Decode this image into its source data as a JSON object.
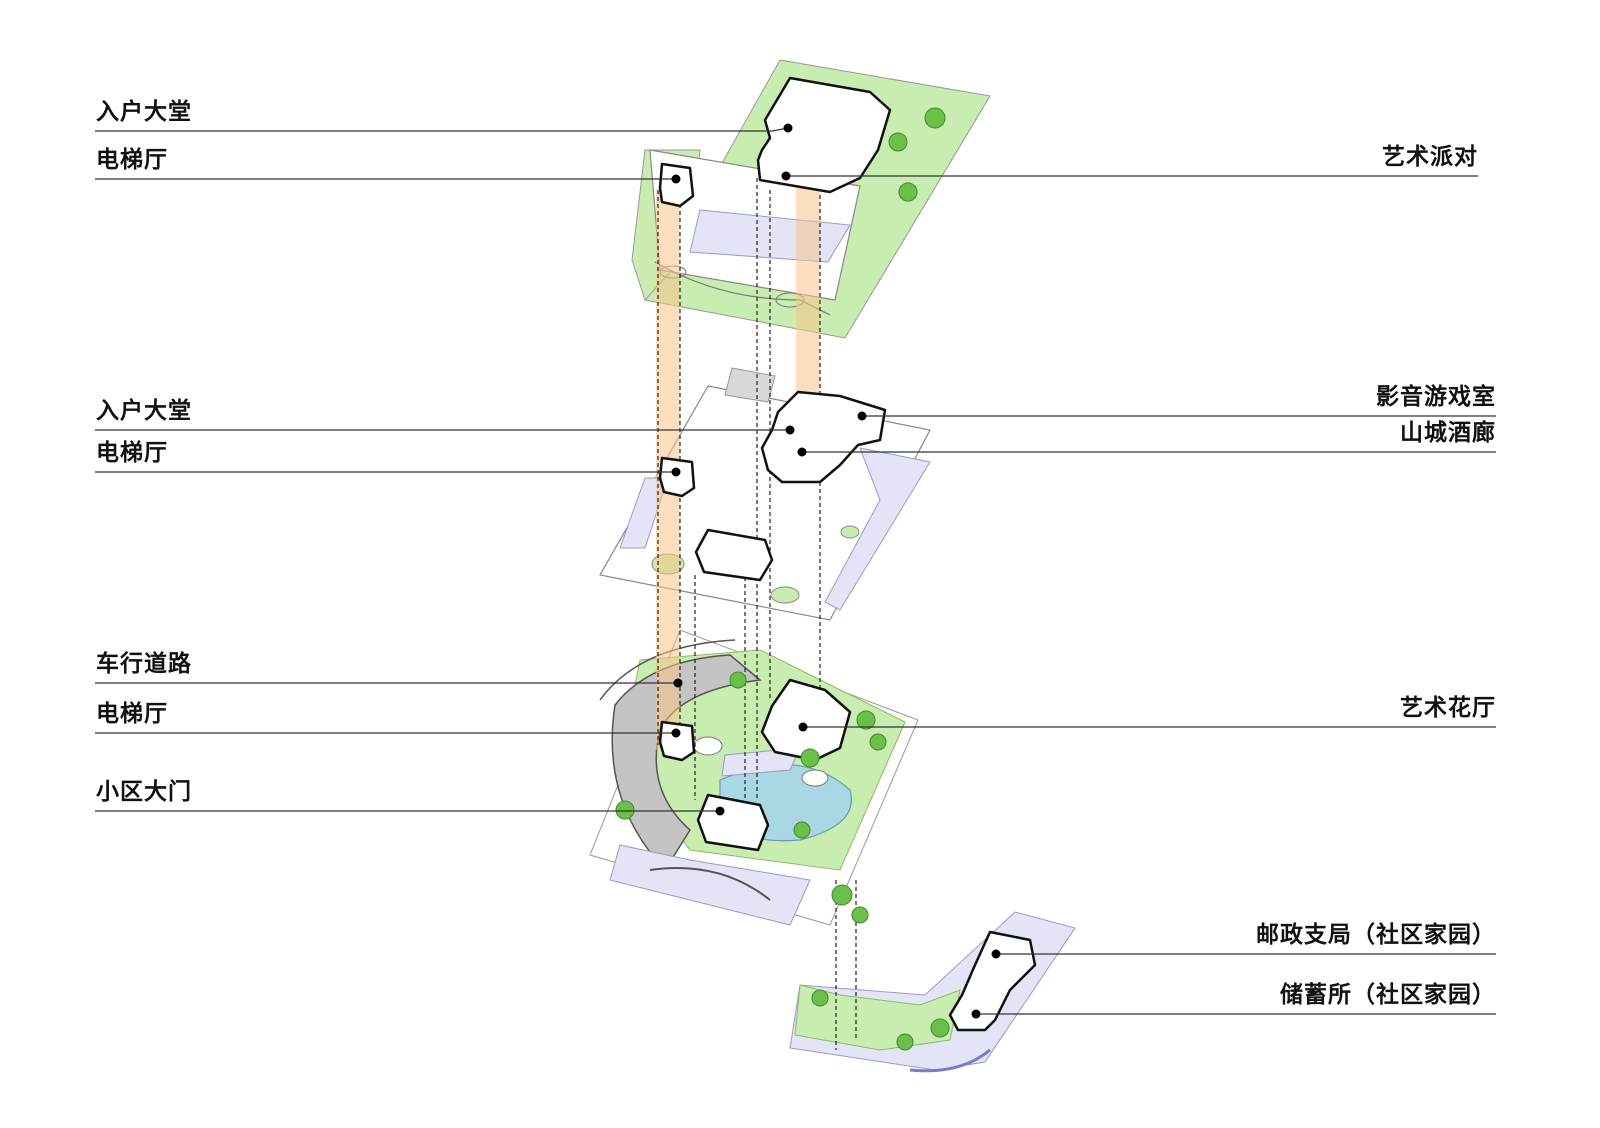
{
  "labels": {
    "left": {
      "l1": "入户大堂",
      "l2": "电梯厅",
      "l3": "入户大堂",
      "l4": "电梯厅",
      "l5": "车行道路",
      "l6": "电梯厅",
      "l7": "小区大门"
    },
    "right": {
      "r1": "艺术派对",
      "r2": "影音游戏室",
      "r3": "山城酒廊",
      "r4": "艺术花厅",
      "r5": "邮政支局（社区家园）",
      "r6": "储蓄所（社区家园）"
    }
  },
  "colors": {
    "lawn": "#c9ecb0",
    "lawn_dark": "#a7dc86",
    "paving": "#e3e4f6",
    "water": "#a9d7e3",
    "road": "#c4c4c4",
    "core_orange": "#f7c48a",
    "tree": "#6cc04a",
    "line": "#333333"
  }
}
